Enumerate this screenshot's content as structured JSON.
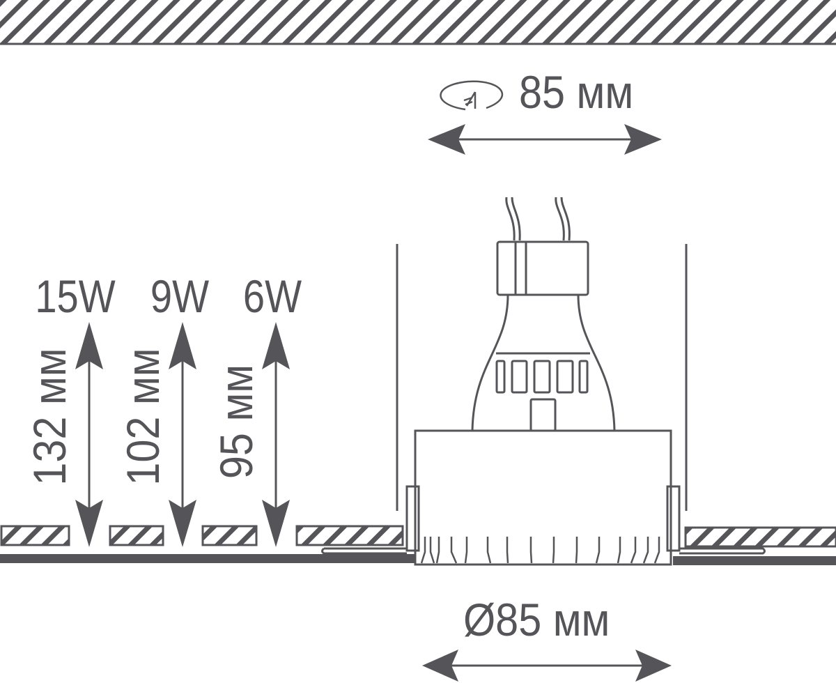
{
  "colors": {
    "line": "#555559",
    "background": "#ffffff"
  },
  "labels": {
    "cutout_dimension": "85 мм",
    "diameter_dimension": "Ø85 мм",
    "powers": [
      "15W",
      "9W",
      "6W"
    ],
    "heights": [
      "132 мм",
      "102 мм",
      "95 мм"
    ]
  },
  "icons": {
    "cutout": "rotation-cutout-icon"
  }
}
